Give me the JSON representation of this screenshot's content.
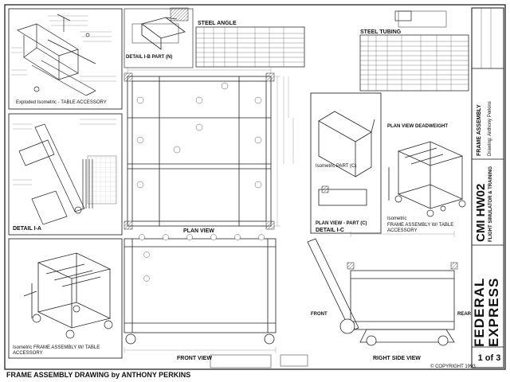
{
  "labels": {
    "detail_1b": "DETAIL I-B   PART (N)",
    "steel_angle": "STEEL ANGLE",
    "steel_tubing": "STEEL TUBING",
    "exploded": "Exploded Isometric - TABLE ACCESSORY",
    "detail_1a": "DETAIL I-A",
    "plan_view": "PLAN VIEW",
    "plan_view_deadweight": "PLAN VIEW DEADWEIGHT",
    "isometric_part_c": "Isometric PART (C)",
    "plan_view_part_c": "PLAN VIEW - PART (C)",
    "detail_1c": "DETAIL I-C",
    "isometric_frame_small": "Isometric FRAME ASSEMBLY W/ TABLE ACCESSORY",
    "isometric_frame_large_1": "Isometric",
    "isometric_frame_large_2": "FRAME ASSEMBLY W/ TABLE ACCESSORY",
    "front_view": "FRONT VIEW",
    "front": "FRONT",
    "rear": "REAR",
    "right_side_view": "RIGHT SIDE VIEW",
    "copyright": "© COPYRIGHT 1993"
  },
  "title_block": {
    "logo_top": "FEDERAL",
    "logo_bottom": "EXPRESS",
    "drawing_number": "CMI HW02",
    "subtitle": "FLIGHT SIMULATOR & TRAINING",
    "sheet_title": "FRAME ASSEMBLY",
    "drawn_by": "Drawing: Anthony Perkins",
    "sheet_number": "1 of 3"
  },
  "caption": "FRAME ASSEMBLY DRAWING by ANTHONY PERKINS"
}
